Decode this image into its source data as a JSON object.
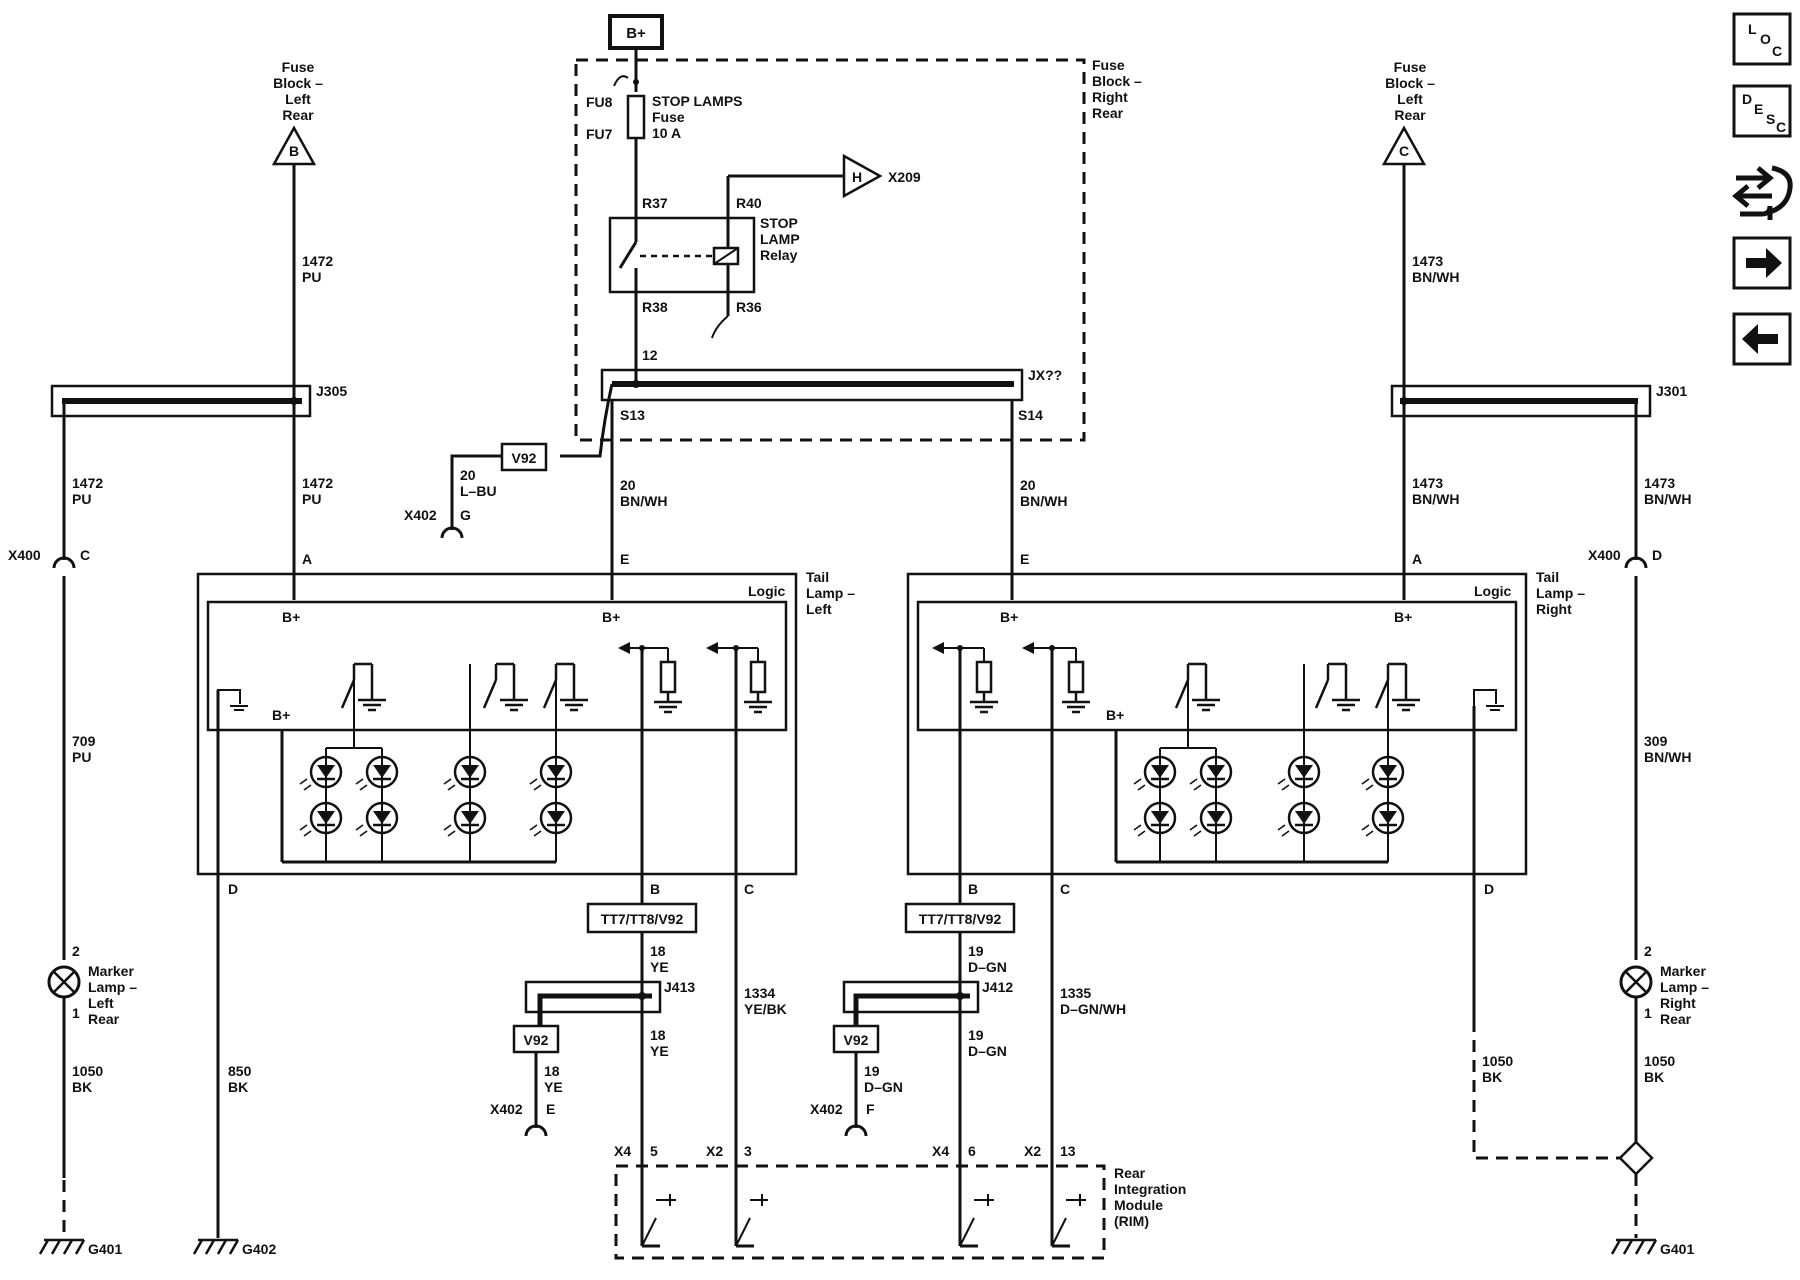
{
  "top": {
    "battery": "B+"
  },
  "fuse": {
    "upper_label": "FU8",
    "lower_label": "FU7",
    "name": "STOP LAMPS",
    "type": "Fuse",
    "rating": "10 A",
    "block": [
      "Fuse",
      "Block –",
      "Right",
      "Rear"
    ]
  },
  "relay": {
    "name": [
      "STOP",
      "LAMP",
      "Relay"
    ],
    "pins": {
      "r37": "R37",
      "r40": "R40",
      "r38": "R38",
      "r36": "R36"
    },
    "output_connector": "H",
    "output_ref": "X209"
  },
  "splice_center": {
    "ref": "JX??",
    "pin": "12",
    "s_left": "S13",
    "s_right": "S14"
  },
  "v92_top": {
    "label": "V92",
    "wire_gauge": "20",
    "wire_color": "L–BU",
    "conn": "X402",
    "pin": "G"
  },
  "left": {
    "fuse_block": [
      "Fuse",
      "Block –",
      "Left",
      "Rear"
    ],
    "fuse_pin": "B",
    "wire_gauge": "1472",
    "wire_color": "PU",
    "splice": "J305",
    "marker_circuit": "1472",
    "marker_color": "PU",
    "tail_circuit": "1472",
    "tail_color": "PU",
    "x400": "X400",
    "x400_pin": "C",
    "circuit_709": "709",
    "circuit_709_color": "PU",
    "marker_pin_top": "2",
    "marker_pin_bottom": "1",
    "marker_name": [
      "Marker",
      "Lamp –",
      "Left",
      "Rear"
    ],
    "ground_circuit": "1050",
    "ground_color": "BK",
    "ground": "G401",
    "d_circuit": "850",
    "d_color": "BK",
    "d_ground": "G402",
    "module_name": [
      "Tail",
      "Lamp –",
      "Left"
    ],
    "logic": "Logic",
    "pin_a": "A",
    "pin_e": "E",
    "pin_d": "D",
    "pin_b": "B",
    "pin_c": "C",
    "bplus": "B+",
    "e_gauge": "20",
    "e_color": "BN/WH",
    "connector_box": "TT7/TT8/V92",
    "b_gauge": "18",
    "b_color": "YE",
    "splice_b": "J413",
    "v92": "V92",
    "v92_gauge": "18",
    "v92_color": "YE",
    "x402": "X402",
    "x402_pin": "E",
    "b_gauge2": "18",
    "b_color2": "YE",
    "c_circuit": "1334",
    "c_color": "YE/BK"
  },
  "right": {
    "fuse_block": [
      "Fuse",
      "Block –",
      "Left",
      "Rear"
    ],
    "fuse_pin": "C",
    "wire_gauge": "1473",
    "wire_color": "BN/WH",
    "splice": "J301",
    "tail_circuit": "1473",
    "tail_color": "BN/WH",
    "marker_circuit": "1473",
    "marker_color": "BN/WH",
    "x400": "X400",
    "x400_pin": "D",
    "circuit_309": "309",
    "circuit_309_color": "BN/WH",
    "marker_pin_top": "2",
    "marker_pin_bottom": "1",
    "marker_name": [
      "Marker",
      "Lamp –",
      "Right",
      "Rear"
    ],
    "ground_circuit": "1050",
    "ground_color": "BK",
    "ground": "G401",
    "d_circuit": "1050",
    "d_color": "BK",
    "module_name": [
      "Tail",
      "Lamp –",
      "Right"
    ],
    "logic": "Logic",
    "pin_a": "A",
    "pin_e": "E",
    "pin_d": "D",
    "pin_b": "B",
    "pin_c": "C",
    "bplus": "B+",
    "e_gauge": "20",
    "e_color": "BN/WH",
    "connector_box": "TT7/TT8/V92",
    "b_gauge": "19",
    "b_color": "D–GN",
    "splice_b": "J412",
    "v92": "V92",
    "v92_gauge": "19",
    "v92_color": "D–GN",
    "x402": "X402",
    "x402_pin": "F",
    "b_gauge2": "19",
    "b_color2": "D–GN",
    "c_circuit": "1335",
    "c_color": "D–GN/WH"
  },
  "rim": {
    "name": [
      "Rear",
      "Integration",
      "Module",
      "(RIM)"
    ],
    "x4a": "X4",
    "p5": "5",
    "x2a": "X2",
    "p3": "3",
    "x4b": "X4",
    "p6": "6",
    "x2b": "X2",
    "p13": "13"
  },
  "nav": {
    "loc": [
      "L",
      "O",
      "C"
    ],
    "desc": [
      "D",
      "E",
      "S",
      "C"
    ],
    "icons": [
      "connector-icon",
      "arrow-right-icon",
      "arrow-left-icon"
    ]
  }
}
